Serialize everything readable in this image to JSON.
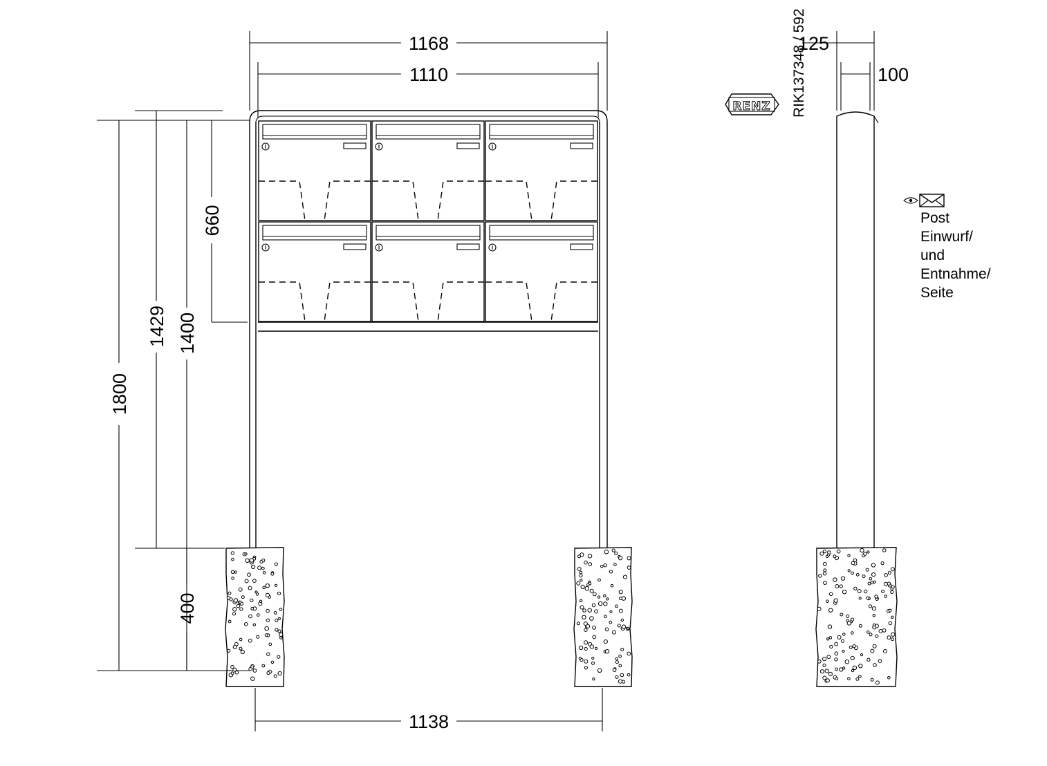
{
  "dimensions": {
    "overall_width": "1168",
    "box_width": "1110",
    "post_spacing": "1138",
    "total_height": "1800",
    "height_1429": "1429",
    "height_1400": "1400",
    "box_height": "660",
    "foundation_depth": "400",
    "side_outer": "125",
    "side_inner": "100"
  },
  "brand": {
    "logo_text": "RENZ",
    "article_number": "RIK137348 / 592"
  },
  "side_note": {
    "icon": "envelope-eye-icon",
    "lines": [
      "Post",
      "Einwurf/",
      "und",
      "Entnahme/",
      "Seite"
    ]
  },
  "mailboxes": {
    "rows": 2,
    "columns": 3
  }
}
